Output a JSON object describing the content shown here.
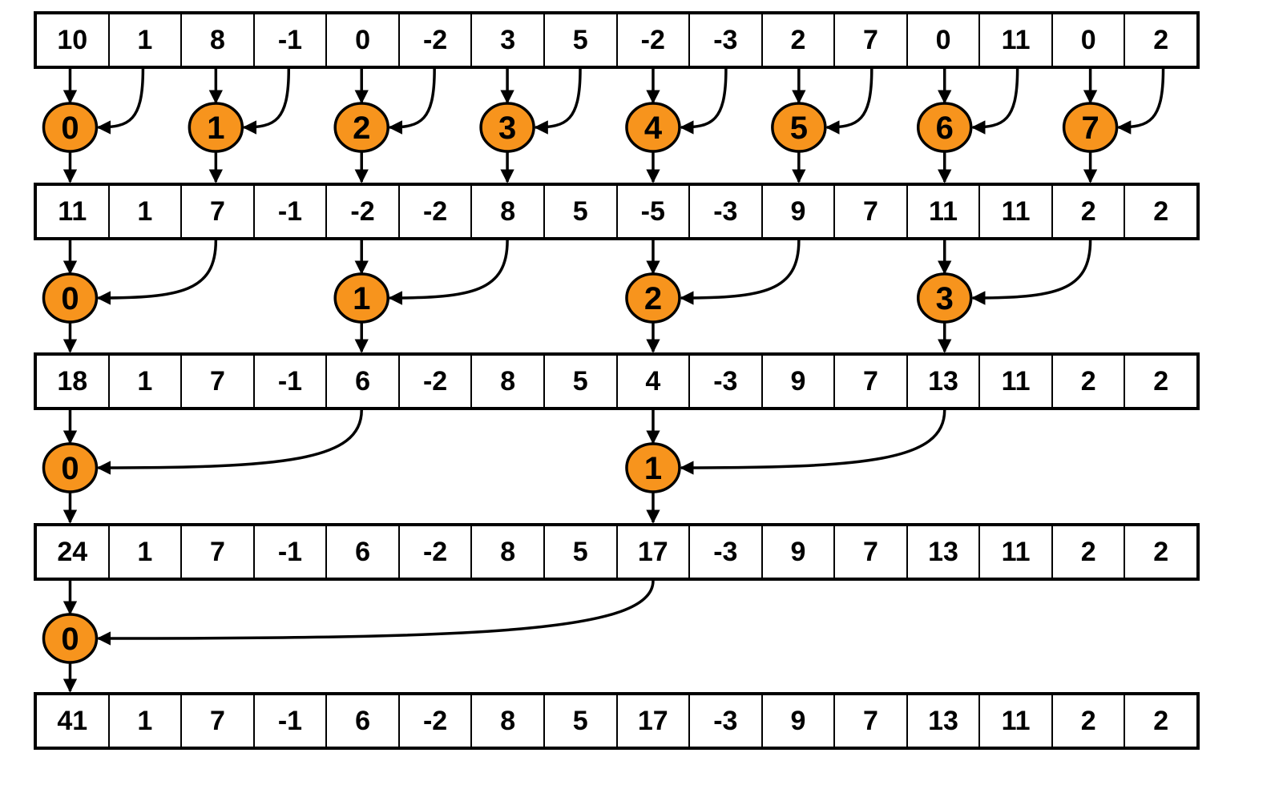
{
  "diagram": {
    "arrays": [
      {
        "values": [
          "10",
          "1",
          "8",
          "-1",
          "0",
          "-2",
          "3",
          "5",
          "-2",
          "-3",
          "2",
          "7",
          "0",
          "11",
          "0",
          "2"
        ]
      },
      {
        "values": [
          "11",
          "1",
          "7",
          "-1",
          "-2",
          "-2",
          "8",
          "5",
          "-5",
          "-3",
          "9",
          "7",
          "11",
          "11",
          "2",
          "2"
        ]
      },
      {
        "values": [
          "18",
          "1",
          "7",
          "-1",
          "6",
          "-2",
          "8",
          "5",
          "4",
          "-3",
          "9",
          "7",
          "13",
          "11",
          "2",
          "2"
        ]
      },
      {
        "values": [
          "24",
          "1",
          "7",
          "-1",
          "6",
          "-2",
          "8",
          "5",
          "17",
          "-3",
          "9",
          "7",
          "13",
          "11",
          "2",
          "2"
        ]
      },
      {
        "values": [
          "41",
          "1",
          "7",
          "-1",
          "6",
          "-2",
          "8",
          "5",
          "17",
          "-3",
          "9",
          "7",
          "13",
          "11",
          "2",
          "2"
        ]
      }
    ],
    "stages": [
      {
        "stride": 1,
        "threads": [
          "0",
          "1",
          "2",
          "3",
          "4",
          "5",
          "6",
          "7"
        ]
      },
      {
        "stride": 2,
        "threads": [
          "0",
          "1",
          "2",
          "3"
        ]
      },
      {
        "stride": 4,
        "threads": [
          "0",
          "1"
        ]
      },
      {
        "stride": 8,
        "threads": [
          "0"
        ]
      }
    ],
    "colors": {
      "node_fill": "#F7941D",
      "stroke": "#000000",
      "cell_bg": "#ffffff"
    }
  }
}
